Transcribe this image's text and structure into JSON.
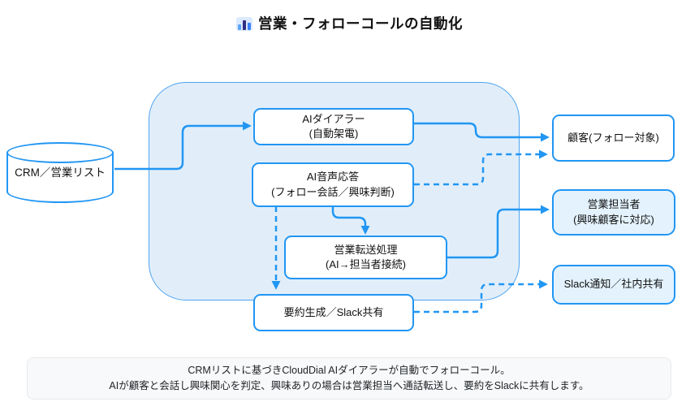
{
  "title": {
    "icon": "bar-chart",
    "text": "営業・フォローコールの自動化"
  },
  "source": {
    "label": "CRM／営業リスト"
  },
  "pipeline": {
    "nodes": [
      {
        "line1": "AIダイアラー",
        "line2": "(自動架電)"
      },
      {
        "line1": "AI音声応答",
        "line2": "(フォロー会話／興味判断)"
      },
      {
        "line1": "営業転送処理",
        "line2": "(AI→担当者接続)"
      },
      {
        "line1": "要約生成／Slack共有",
        "line2": ""
      }
    ]
  },
  "targets": [
    {
      "line1": "顧客(フォロー対象)",
      "line2": ""
    },
    {
      "line1": "営業担当者",
      "line2": "(興味顧客に対応)"
    },
    {
      "line1": "Slack通知／社内共有",
      "line2": ""
    }
  ],
  "note": {
    "line1": "CRMリストに基づきCloudDial AIダイアラーが自動でフォローコール。",
    "line2": "AIが顧客と会話し興味関心を判定、興味ありの場合は営業担当へ通話転送し、要約をSlackに共有します。"
  },
  "colors": {
    "accent": "#2196f3",
    "container_fill": "#e1eefa",
    "container_border": "#4da3f0",
    "highlight_fill": "#e3f2fd",
    "note_fill": "#f8f9fa"
  }
}
